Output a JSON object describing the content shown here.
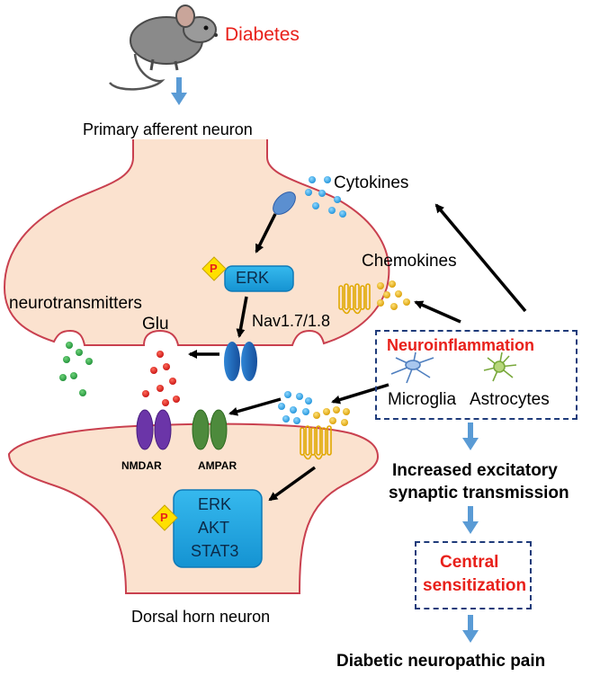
{
  "title": "Diabetes",
  "labels": {
    "primary_neuron": "Primary afferent neuron",
    "cytokines": "Cytokines",
    "chemokines": "Chemokines",
    "neurotransmitters": "neurotransmitters",
    "glu": "Glu",
    "nav": "Nav1.7/1.8",
    "erk_top": "ERK",
    "phospho": "P",
    "neuroinflammation": "Neuroinflammation",
    "microglia": "Microglia",
    "astrocytes": "Astrocytes",
    "nmdar": "NMDAR",
    "ampar": "AMPAR",
    "signal_box": [
      "ERK",
      "AKT",
      "STAT3"
    ],
    "increased_1": "Increased excitatory",
    "increased_2": "synaptic transmission",
    "central_1": "Central",
    "central_2": "sensitization",
    "dorsal_horn": "Dorsal horn neuron",
    "outcome": "Diabetic neuropathic pain"
  },
  "colors": {
    "accent_red": "#e8201a",
    "cell_fill": "#fbe2cf",
    "cell_stroke": "#c9404f",
    "arrow_blue": "#5a9bd5",
    "box_border": "#1f3b7a",
    "erk_blue": "#1ea8e0",
    "channel_blue": "#1f6fc0",
    "nmdar_purple": "#6b35a8",
    "ampar_green": "#4d8a3c",
    "phospho_yellow": "#ffe000"
  }
}
